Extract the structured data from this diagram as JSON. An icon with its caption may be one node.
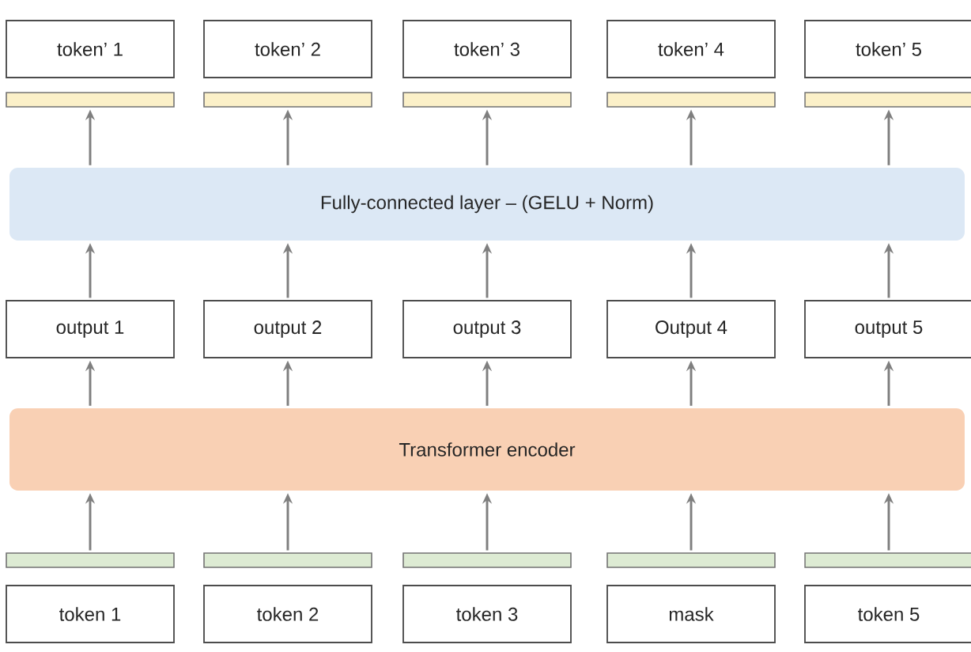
{
  "diagram": {
    "nodes": [
      {
        "text": [
          "token’ 1"
        ]
      },
      {
        "text": [
          "token’ 2"
        ]
      },
      {
        "text": [
          "token’ 3"
        ]
      },
      {
        "text": [
          "token’ 4"
        ]
      },
      {
        "text": [
          "token’ 5"
        ]
      },
      {
        "text": [],
        "shape": "bar"
      },
      {
        "text": [],
        "shape": "bar"
      },
      {
        "text": [],
        "shape": "bar"
      },
      {
        "text": [],
        "shape": "bar"
      },
      {
        "text": [],
        "shape": "bar"
      },
      {
        "text": [
          "Fully-connected layer – (GELU + Norm)"
        ]
      },
      {
        "text": [
          "output 1"
        ]
      },
      {
        "text": [
          "output 2"
        ]
      },
      {
        "text": [
          "output 3"
        ]
      },
      {
        "text": [
          "Output 4"
        ]
      },
      {
        "text": [
          "output 5"
        ]
      },
      {
        "text": [
          "Transformer encoder"
        ]
      },
      {
        "text": [],
        "shape": "bar"
      },
      {
        "text": [],
        "shape": "bar"
      },
      {
        "text": [],
        "shape": "bar"
      },
      {
        "text": [],
        "shape": "bar"
      },
      {
        "text": [],
        "shape": "bar"
      },
      {
        "text": [
          "token 1"
        ]
      },
      {
        "text": [
          "token 2"
        ]
      },
      {
        "text": [
          "token 3"
        ]
      },
      {
        "text": [
          "mask"
        ]
      },
      {
        "text": [
          "token 5"
        ]
      }
    ],
    "edges": [
      {
        "from": 10,
        "to": 5,
        "arrow": "to"
      },
      {
        "from": 10,
        "to": 6,
        "arrow": "to"
      },
      {
        "from": 10,
        "to": 7,
        "arrow": "to"
      },
      {
        "from": 10,
        "to": 8,
        "arrow": "to"
      },
      {
        "from": 10,
        "to": 9,
        "arrow": "to"
      },
      {
        "from": 11,
        "to": 10,
        "arrow": "to"
      },
      {
        "from": 12,
        "to": 10,
        "arrow": "to"
      },
      {
        "from": 13,
        "to": 10,
        "arrow": "to"
      },
      {
        "from": 14,
        "to": 10,
        "arrow": "to"
      },
      {
        "from": 15,
        "to": 10,
        "arrow": "to"
      },
      {
        "from": 16,
        "to": 11,
        "arrow": "to"
      },
      {
        "from": 16,
        "to": 12,
        "arrow": "to"
      },
      {
        "from": 16,
        "to": 13,
        "arrow": "to"
      },
      {
        "from": 16,
        "to": 14,
        "arrow": "to"
      },
      {
        "from": 16,
        "to": 15,
        "arrow": "to"
      },
      {
        "from": 17,
        "to": 16,
        "arrow": "to"
      },
      {
        "from": 18,
        "to": 16,
        "arrow": "to"
      },
      {
        "from": 19,
        "to": 16,
        "arrow": "to"
      },
      {
        "from": 20,
        "to": 16,
        "arrow": "to"
      },
      {
        "from": 21,
        "to": 16,
        "arrow": "to"
      }
    ]
  }
}
